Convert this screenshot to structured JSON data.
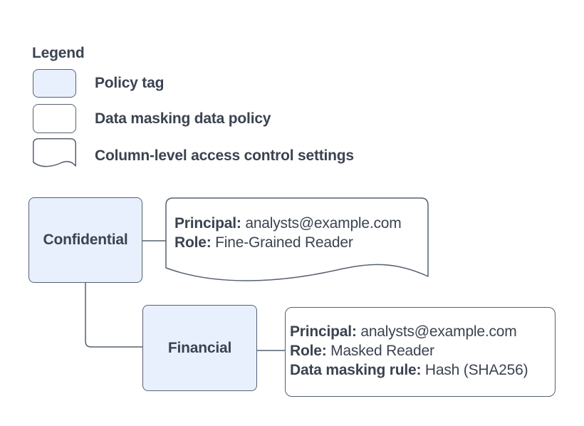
{
  "colors": {
    "background": "#ffffff",
    "policy_tag_fill": "#e8f0fe",
    "shape_fill": "#ffffff",
    "stroke": "#566070",
    "text": "#3b4350"
  },
  "legend": {
    "title": "Legend",
    "items": [
      {
        "label": "Policy tag",
        "swatch": "policy-tag"
      },
      {
        "label": "Data masking data policy",
        "swatch": "data-masking-data-policy"
      },
      {
        "label": "Column-level access control settings",
        "swatch": "column-level-access-control"
      }
    ]
  },
  "diagram": {
    "nodes": {
      "confidential": {
        "label": "Confidential",
        "type": "policy-tag"
      },
      "financial": {
        "label": "Financial",
        "type": "policy-tag"
      },
      "acl_settings": {
        "type": "column-level-access-control-settings",
        "lines": [
          {
            "label": "Principal:",
            "value": " analysts@example.com"
          },
          {
            "label": "Role:",
            "value": " Fine-Grained Reader"
          }
        ]
      },
      "data_policy": {
        "type": "data-masking-data-policy",
        "lines": [
          {
            "label": "Principal:",
            "value": " analysts@example.com"
          },
          {
            "label": "Role:",
            "value": " Masked Reader"
          },
          {
            "label": "Data masking rule:",
            "value": " Hash (SHA256)"
          }
        ]
      }
    },
    "edges": [
      {
        "from": "confidential",
        "to": "acl_settings"
      },
      {
        "from": "confidential",
        "to": "financial"
      },
      {
        "from": "financial",
        "to": "data_policy"
      }
    ]
  }
}
